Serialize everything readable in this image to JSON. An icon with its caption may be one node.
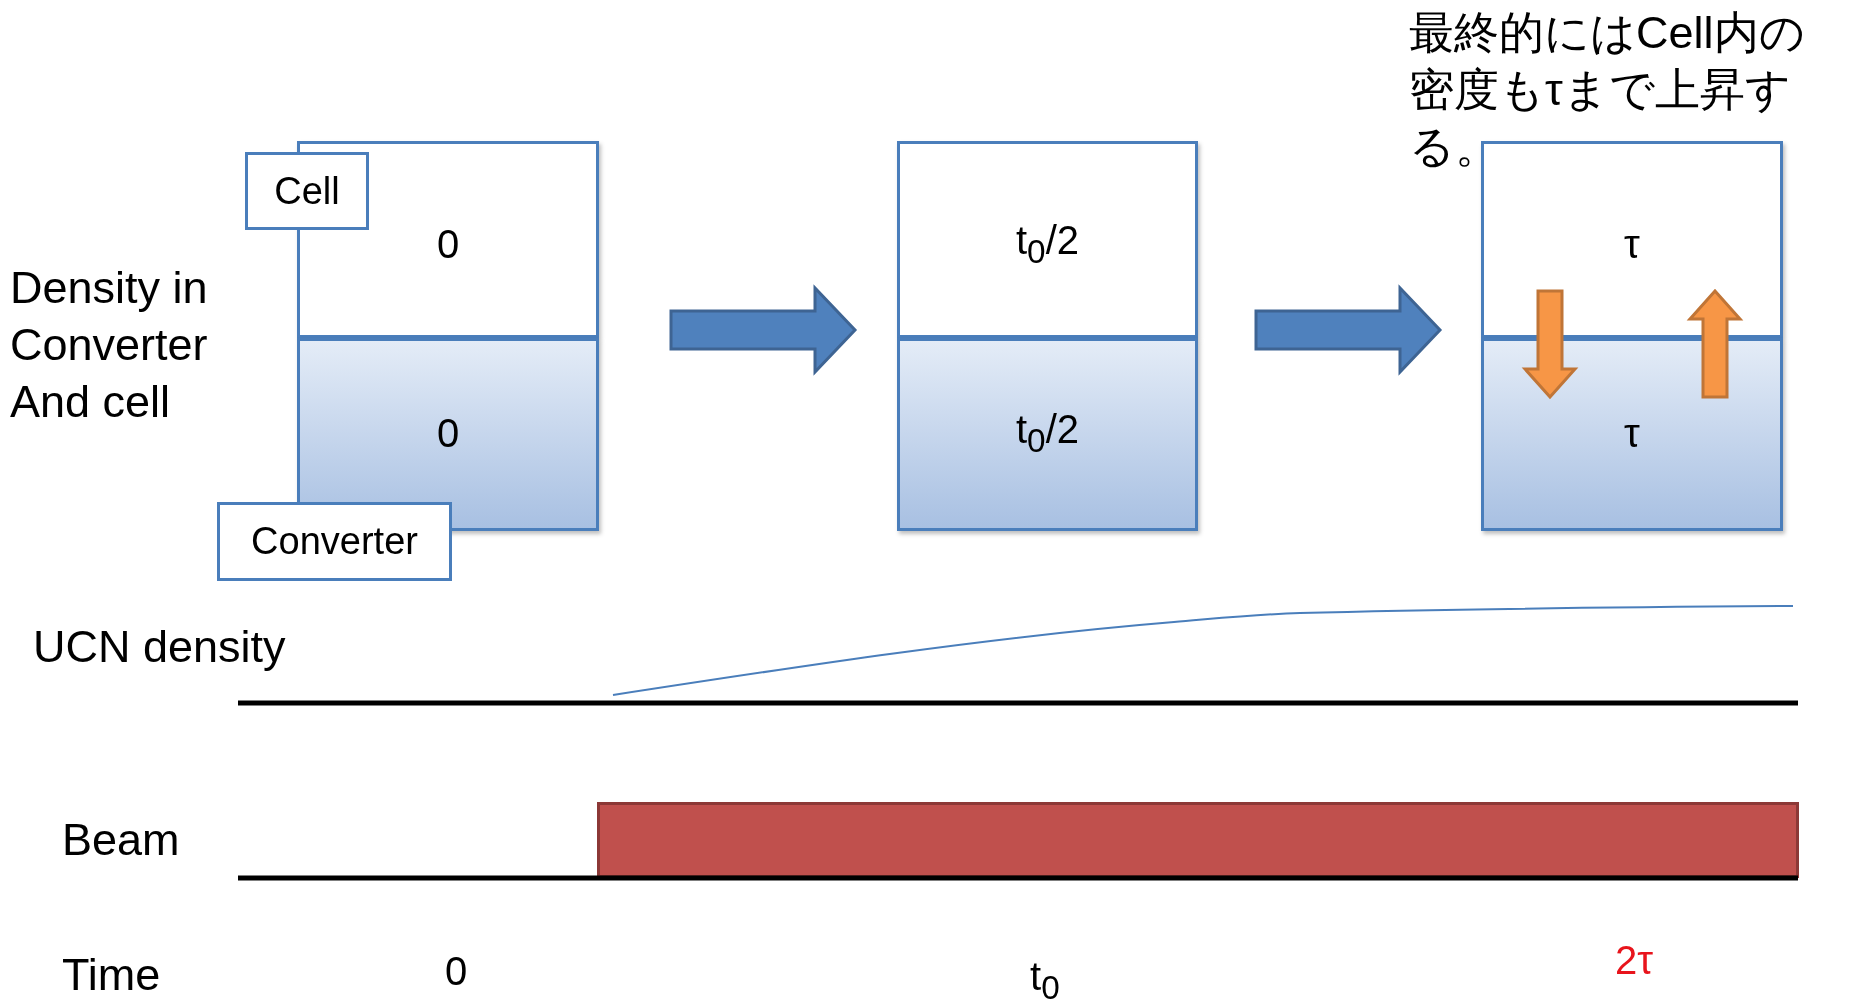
{
  "diagram": {
    "nodes": [
      {
        "text": [
          "0"
        ]
      },
      {
        "text": [
          "0"
        ]
      },
      {
        "text": [
          "Cell"
        ]
      },
      {
        "text": [
          "Converter"
        ]
      },
      {
        "text": [
          "t$_{0}$/2"
        ]
      },
      {
        "text": [
          "t$_{0}$/2"
        ]
      },
      {
        "text": [
          "τ"
        ]
      },
      {
        "text": [
          "τ"
        ]
      },
      {
        "text": [],
        "shape": "bar"
      }
    ],
    "edges": [
      {
        "from": 0,
        "to": 4,
        "arrow": "to"
      },
      {
        "from": 4,
        "to": 6,
        "arrow": "to"
      },
      {
        "from": 6,
        "to": 7,
        "arrow": "to",
        "color": "#f79646"
      },
      {
        "from": 7,
        "to": 6,
        "arrow": "to",
        "color": "#f79646"
      }
    ],
    "labels": [
      "最終的にはCell内の密度もτまで上昇する。",
      "Density in Converter And cell",
      "UCN density",
      "Beam",
      "Time",
      "0",
      "t$_{0}$",
      "2τ"
    ]
  }
}
